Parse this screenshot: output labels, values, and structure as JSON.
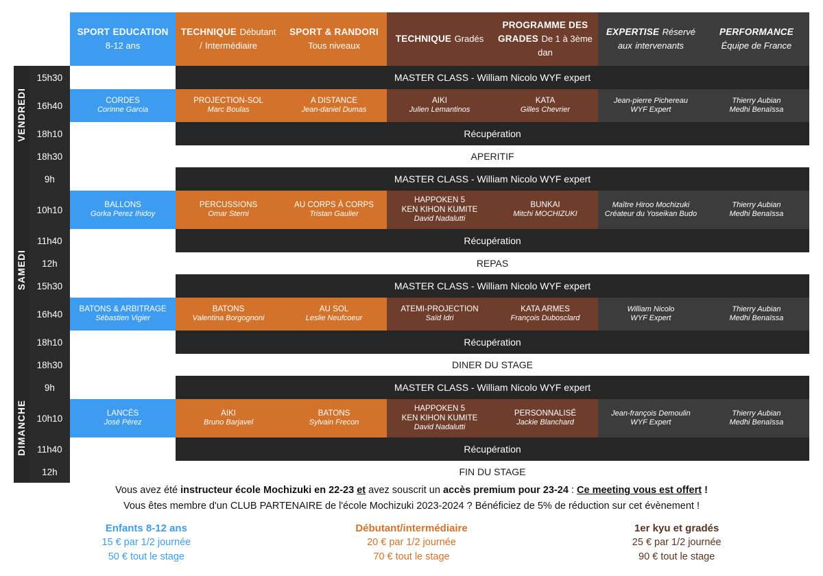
{
  "columns": [
    {
      "title": "SPORT EDUCATION",
      "subtitle": "8-12 ans",
      "style": "blue"
    },
    {
      "title": "TECHNIQUE",
      "subtitle": "Débutant / Intermédiaire",
      "style": "orange"
    },
    {
      "title": "SPORT & RANDORI",
      "subtitle": "Tous niveaux",
      "style": "orange"
    },
    {
      "title": "TECHNIQUE",
      "subtitle": "Gradés",
      "style": "brown"
    },
    {
      "title": "PROGRAMME DES GRADES",
      "subtitle": "De 1 à 3ème dan",
      "style": "brown"
    },
    {
      "title": "EXPERTISE",
      "subtitle": "Réservé aux intervenants",
      "style": "gray-italic"
    },
    {
      "title": "PERFORMANCE",
      "subtitle": "Équipe de France",
      "style": "gray-italic"
    }
  ],
  "header_cells": {
    "h1_t1": "SPORT",
    "h1_t2": "EDUCATION",
    "h1_t3": "8-12 ans",
    "h2_t1": "TECHNIQUE",
    "h2_t2": "Débutant /",
    "h2_t3": "Intermédiaire",
    "h3_t1": "SPORT & RANDORI",
    "h3_t2": "Tous niveaux",
    "h4_t1": "TECHNIQUE",
    "h4_t2": "Gradés",
    "h5_t1": "PROGRAMME DES",
    "h5_t2": "GRADES",
    "h5_t3": "De 1 à 3ème dan",
    "h6_t1": "EXPERTISE",
    "h6_t2": "Réservé aux",
    "h6_t3": "intervenants",
    "h7_t1": "PERFORMANCE",
    "h7_t2": "Équipe de France"
  },
  "days": {
    "vendredi": "VENDREDI",
    "samedi": "SAMEDI",
    "dimanche": "DIMANCHE"
  },
  "banners": {
    "masterclass": "MASTER CLASS - William Nicolo WYF expert",
    "recuperation": "Récupération",
    "aperitif": "APERITIF",
    "repas": "REPAS",
    "diner": "DINER DU STAGE",
    "fin": "FIN DU STAGE"
  },
  "times": {
    "v1": "15h30",
    "v2": "16h40",
    "v3": "18h10",
    "v4": "18h30",
    "s1": "9h",
    "s2": "10h10",
    "s3": "11h40",
    "s4": "12h",
    "s5": "15h30",
    "s6": "16h40",
    "s7": "18h10",
    "s8": "18h30",
    "d1": "9h",
    "d2": "10h10",
    "d3": "11h40",
    "d4": "12h"
  },
  "sessions": {
    "vendredi_1640": [
      {
        "title": "CORDES",
        "instructor": "Corinne Garcia"
      },
      {
        "title": "PROJECTION-SOL",
        "instructor": "Marc Boulas"
      },
      {
        "title": "A DISTANCE",
        "instructor": "Jean-daniel Dumas"
      },
      {
        "title": "AIKI",
        "instructor": "Julien Lemantinos"
      },
      {
        "title": "KATA",
        "instructor": "Gilles Chevrier"
      },
      {
        "title": "Jean-pierre Pichereau",
        "instructor": "WYF Expert"
      },
      {
        "title": "Thierry Aubian",
        "instructor": "Medhi Benaïssa"
      }
    ],
    "samedi_1010": [
      {
        "title": "BALLONS",
        "instructor": "Gorka Perez Ihidoy"
      },
      {
        "title": "PERCUSSIONS",
        "instructor": "Omar Sterni"
      },
      {
        "title": "AU CORPS À CORPS",
        "instructor": "Tristan Gaulier"
      },
      {
        "title": "HAPPOKEN 5",
        "title2": "KEN KIHON KUMITE",
        "instructor": "David Nadalutti"
      },
      {
        "title": "BUNKAI",
        "instructor": "Mitchi MOCHIZUKI"
      },
      {
        "title": "Maître Hiroo Mochizuki",
        "instructor": "Créateur du Yoseikan Budo"
      },
      {
        "title": "Thierry Aubian",
        "instructor": "Medhi Benaïssa"
      }
    ],
    "samedi_1640": [
      {
        "title": "BATONS & ARBITRAGE",
        "instructor": "Sébastien Vigier"
      },
      {
        "title": "BATONS",
        "instructor": "Valentina Borgognoni"
      },
      {
        "title": "AU SOL",
        "instructor": "Leslie Neufcoeur"
      },
      {
        "title": "ATEMI-PROJECTION",
        "instructor": "Saïd Idri"
      },
      {
        "title": "KATA ARMES",
        "instructor": "François Dubosclard"
      },
      {
        "title": "William Nicolo",
        "instructor": "WYF Expert"
      },
      {
        "title": "Thierry Aubian",
        "instructor": "Medhi Benaïssa"
      }
    ],
    "dimanche_1010": [
      {
        "title": "LANCÉS",
        "instructor": "José Pérez"
      },
      {
        "title": "AIKI",
        "instructor": "Bruno Barjavel"
      },
      {
        "title": "BATONS",
        "instructor": "Sylvain Frecon"
      },
      {
        "title": "HAPPOKEN 5",
        "title2": "KEN KIHON KUMITE",
        "instructor": "David Nadalutti"
      },
      {
        "title": "PERSONNALISÉ",
        "instructor": "Jackie Blanchard"
      },
      {
        "title": "Jean-françois Demoulin",
        "instructor": "WYF Expert"
      },
      {
        "title": "Thierry Aubian",
        "instructor": "Medhi Benaïssa"
      }
    ]
  },
  "footnote": {
    "line1_a": "Vous avez été ",
    "line1_b": "instructeur école Mochizuki en 22-23 ",
    "line1_c": "et",
    "line1_d": " avez souscrit un ",
    "line1_e": "accès premium pour 23-24",
    "line1_f": " : ",
    "line1_g": "Ce meeting vous est offert",
    "line1_h": " !",
    "line2": "Vous êtes membre d'un CLUB PARTENAIRE de l'école Mochizuki 2023-2024 ? Bénéficiez de 5% de réduction sur cet évènement !"
  },
  "prices": [
    {
      "title": "Enfants 8-12 ans",
      "half_day": "15 € par 1/2 journée",
      "full": "50 € tout le stage",
      "color": "#3d9cf0"
    },
    {
      "title": "Débutant/intermédiaire",
      "half_day": "20 € par 1/2 journée",
      "full": "70 € tout le stage",
      "color": "#d2722b"
    },
    {
      "title": "1er kyu et gradés",
      "half_day": "25 € par 1/2 journée",
      "full": "90 € tout le stage",
      "color": "#5a3322"
    }
  ]
}
